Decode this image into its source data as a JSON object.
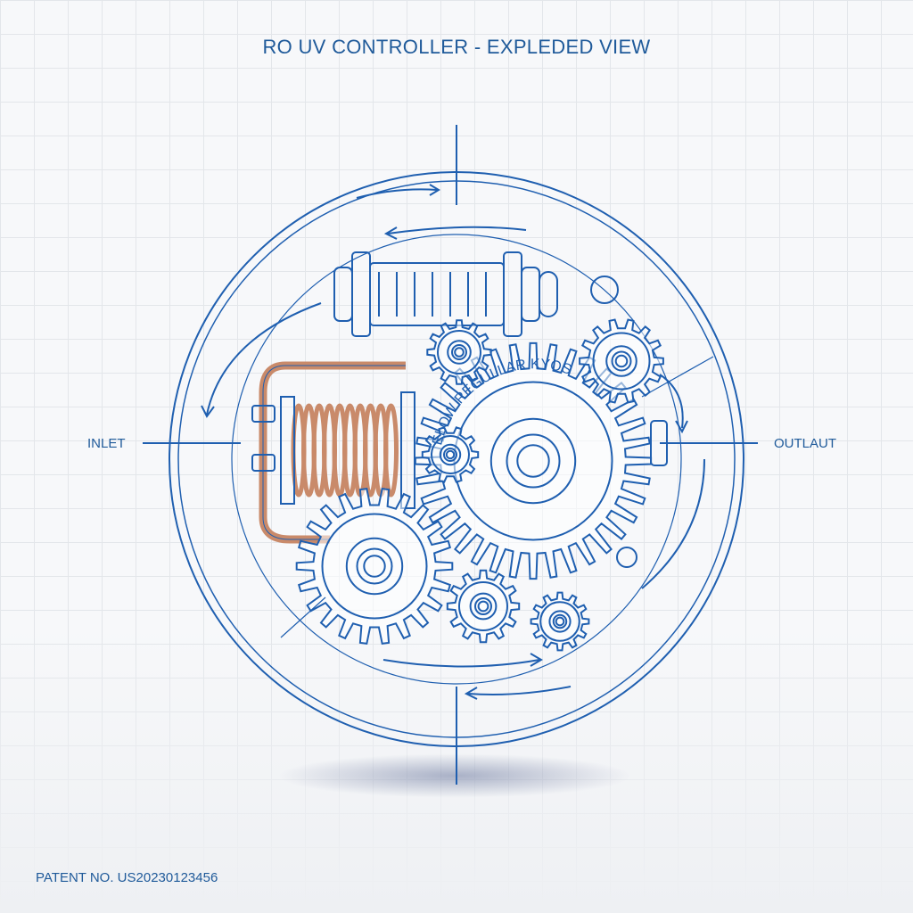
{
  "title": "RO UV CONTROLLER - EXPLEDED VIEW",
  "labels": {
    "inlet": "INLET",
    "outlet": "OUTLAUT",
    "gear_text": "ELOW REGULLAR KYOS"
  },
  "patent": "PATENT NO. US20230123456",
  "colors": {
    "line": "#1f5fb0",
    "coil": "#c98a6a",
    "text": "#1f5a9a"
  }
}
